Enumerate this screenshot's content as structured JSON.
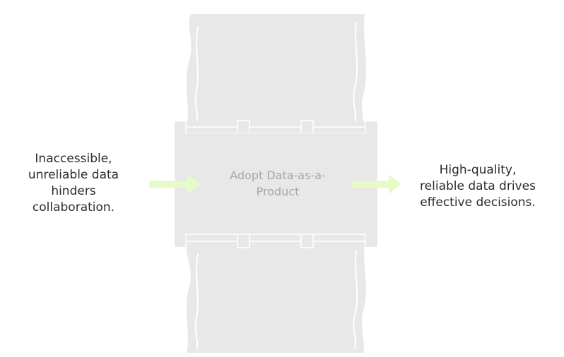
{
  "left": {
    "lines": [
      "Inaccessible,",
      "unreliable data",
      "hinders",
      "collaboration."
    ]
  },
  "center": {
    "lines": [
      "Adopt Data-as-a-",
      "Product"
    ]
  },
  "right": {
    "lines": [
      "High-quality,",
      "reliable data drives",
      "effective decisions."
    ]
  },
  "colors": {
    "bridge_fill": "#e8e8e8",
    "bridge_highlight": "#ffffff",
    "arrow": "#e6fbc8",
    "text": "#2b2b2b",
    "center_text": "#a6a6a6"
  }
}
